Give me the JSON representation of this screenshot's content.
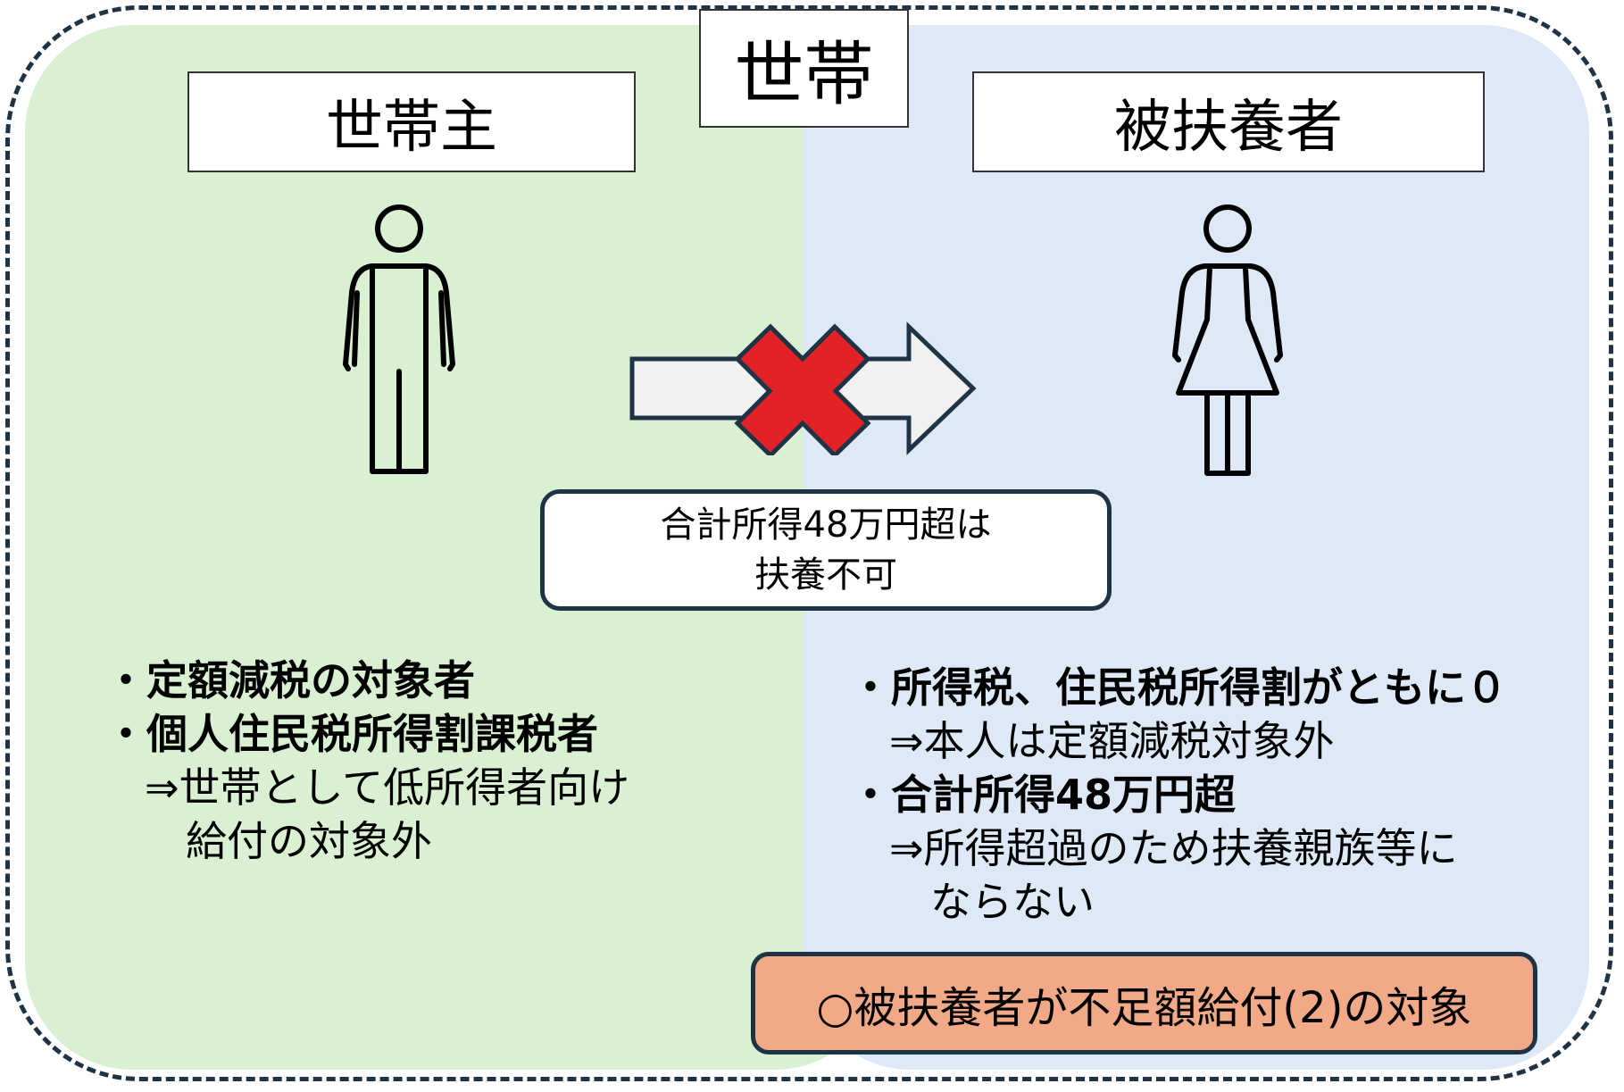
{
  "title": "世帯",
  "head_label": "世帯主",
  "dependent_label": "被扶養者",
  "callout": {
    "line1": "合計所得48万円超は",
    "line2": "扶養不可"
  },
  "left_bullets": {
    "b1": "・定額減税の対象者",
    "b2": "・個人住民税所得割課税者",
    "s1": "⇒世帯として低所得者向け",
    "s2": "給付の対象外"
  },
  "right_bullets": {
    "b1": "・所得税、住民税所得割がともに０",
    "s1": "⇒本人は定額減税対象外",
    "b2": "・合計所得48万円超",
    "s2": "⇒所得超過のため扶養親族等に",
    "s3": "ならない"
  },
  "result": "○被扶養者が不足額給付(2)の対象",
  "colors": {
    "left_panel": "#d9f0d2",
    "right_panel": "#dde9f6",
    "result_box": "#f2a987",
    "cross": "#e32228",
    "border": "#1f3347"
  }
}
